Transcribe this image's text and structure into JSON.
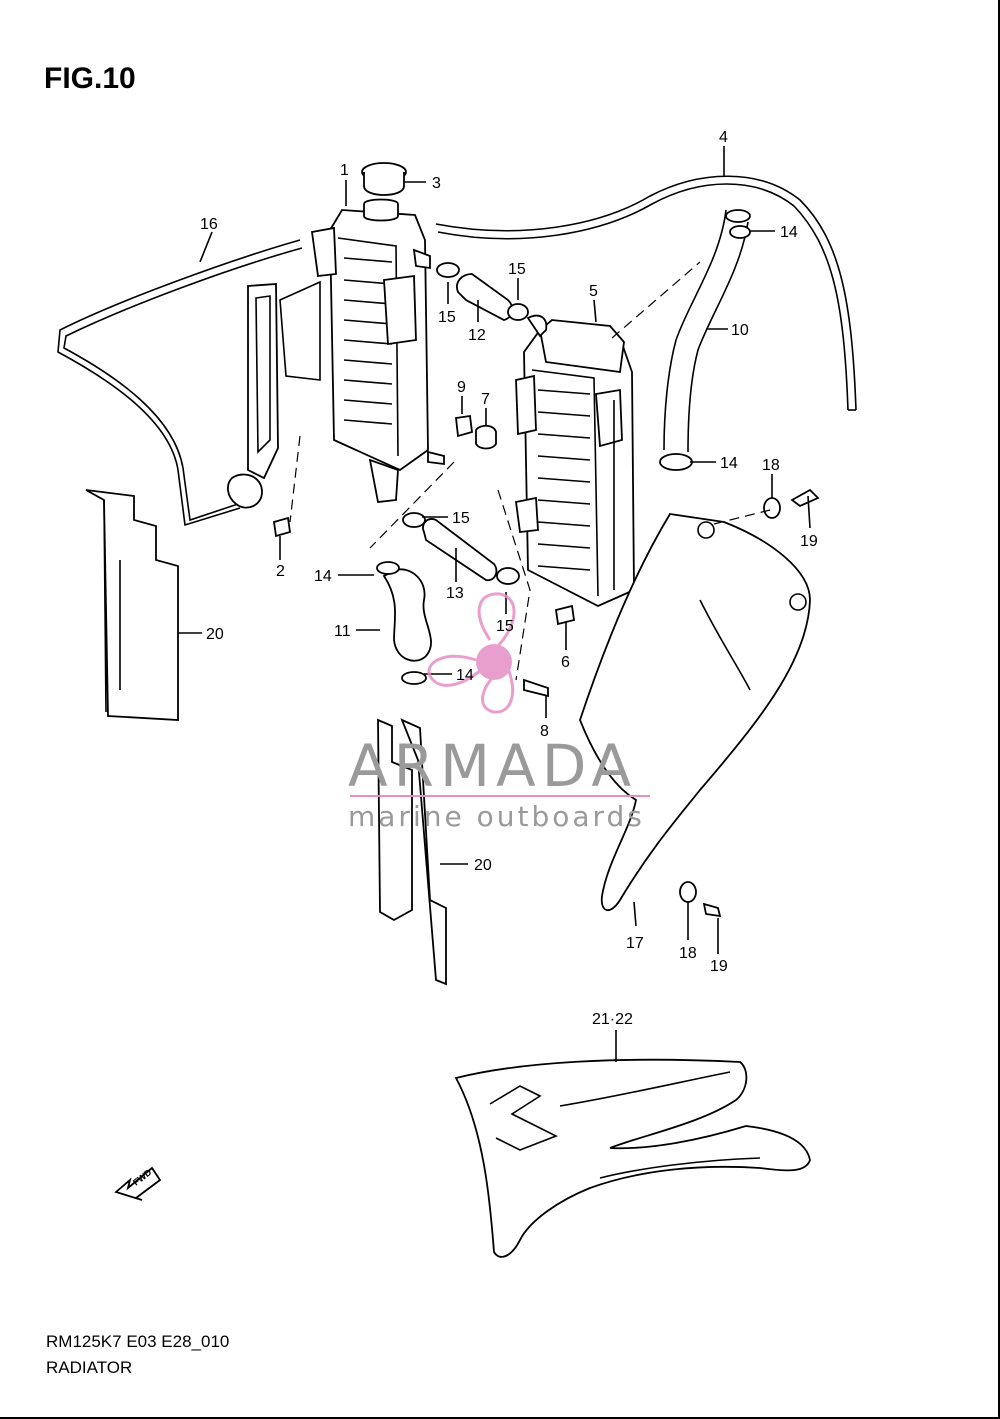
{
  "figure": {
    "title": "FIG.10",
    "code": "RM125K7 E03 E28_010",
    "name": "RADIATOR"
  },
  "watermark": {
    "brand": "ARMADA",
    "tagline": "marine outboards",
    "accent_color": "#e58fc5",
    "text_color": "#9a9a9a"
  },
  "direction_marker": {
    "label": "FWD",
    "icon": "fwd-arrow-icon"
  },
  "callouts": [
    {
      "id": "c1",
      "label": "1"
    },
    {
      "id": "c2",
      "label": "2"
    },
    {
      "id": "c3",
      "label": "3"
    },
    {
      "id": "c4",
      "label": "4"
    },
    {
      "id": "c5",
      "label": "5"
    },
    {
      "id": "c6",
      "label": "6"
    },
    {
      "id": "c7",
      "label": "7"
    },
    {
      "id": "c8",
      "label": "8"
    },
    {
      "id": "c9",
      "label": "9"
    },
    {
      "id": "c10",
      "label": "10"
    },
    {
      "id": "c11",
      "label": "11"
    },
    {
      "id": "c12",
      "label": "12"
    },
    {
      "id": "c13",
      "label": "13"
    },
    {
      "id": "c14a",
      "label": "14"
    },
    {
      "id": "c14b",
      "label": "14"
    },
    {
      "id": "c14c",
      "label": "14"
    },
    {
      "id": "c14d",
      "label": "14"
    },
    {
      "id": "c15a",
      "label": "15"
    },
    {
      "id": "c15b",
      "label": "15"
    },
    {
      "id": "c15c",
      "label": "15"
    },
    {
      "id": "c15d",
      "label": "15"
    },
    {
      "id": "c16",
      "label": "16"
    },
    {
      "id": "c17",
      "label": "17"
    },
    {
      "id": "c18a",
      "label": "18"
    },
    {
      "id": "c18b",
      "label": "18"
    },
    {
      "id": "c19a",
      "label": "19"
    },
    {
      "id": "c19b",
      "label": "19"
    },
    {
      "id": "c20a",
      "label": "20"
    },
    {
      "id": "c20b",
      "label": "20"
    },
    {
      "id": "c2122",
      "label": "21·22"
    }
  ]
}
